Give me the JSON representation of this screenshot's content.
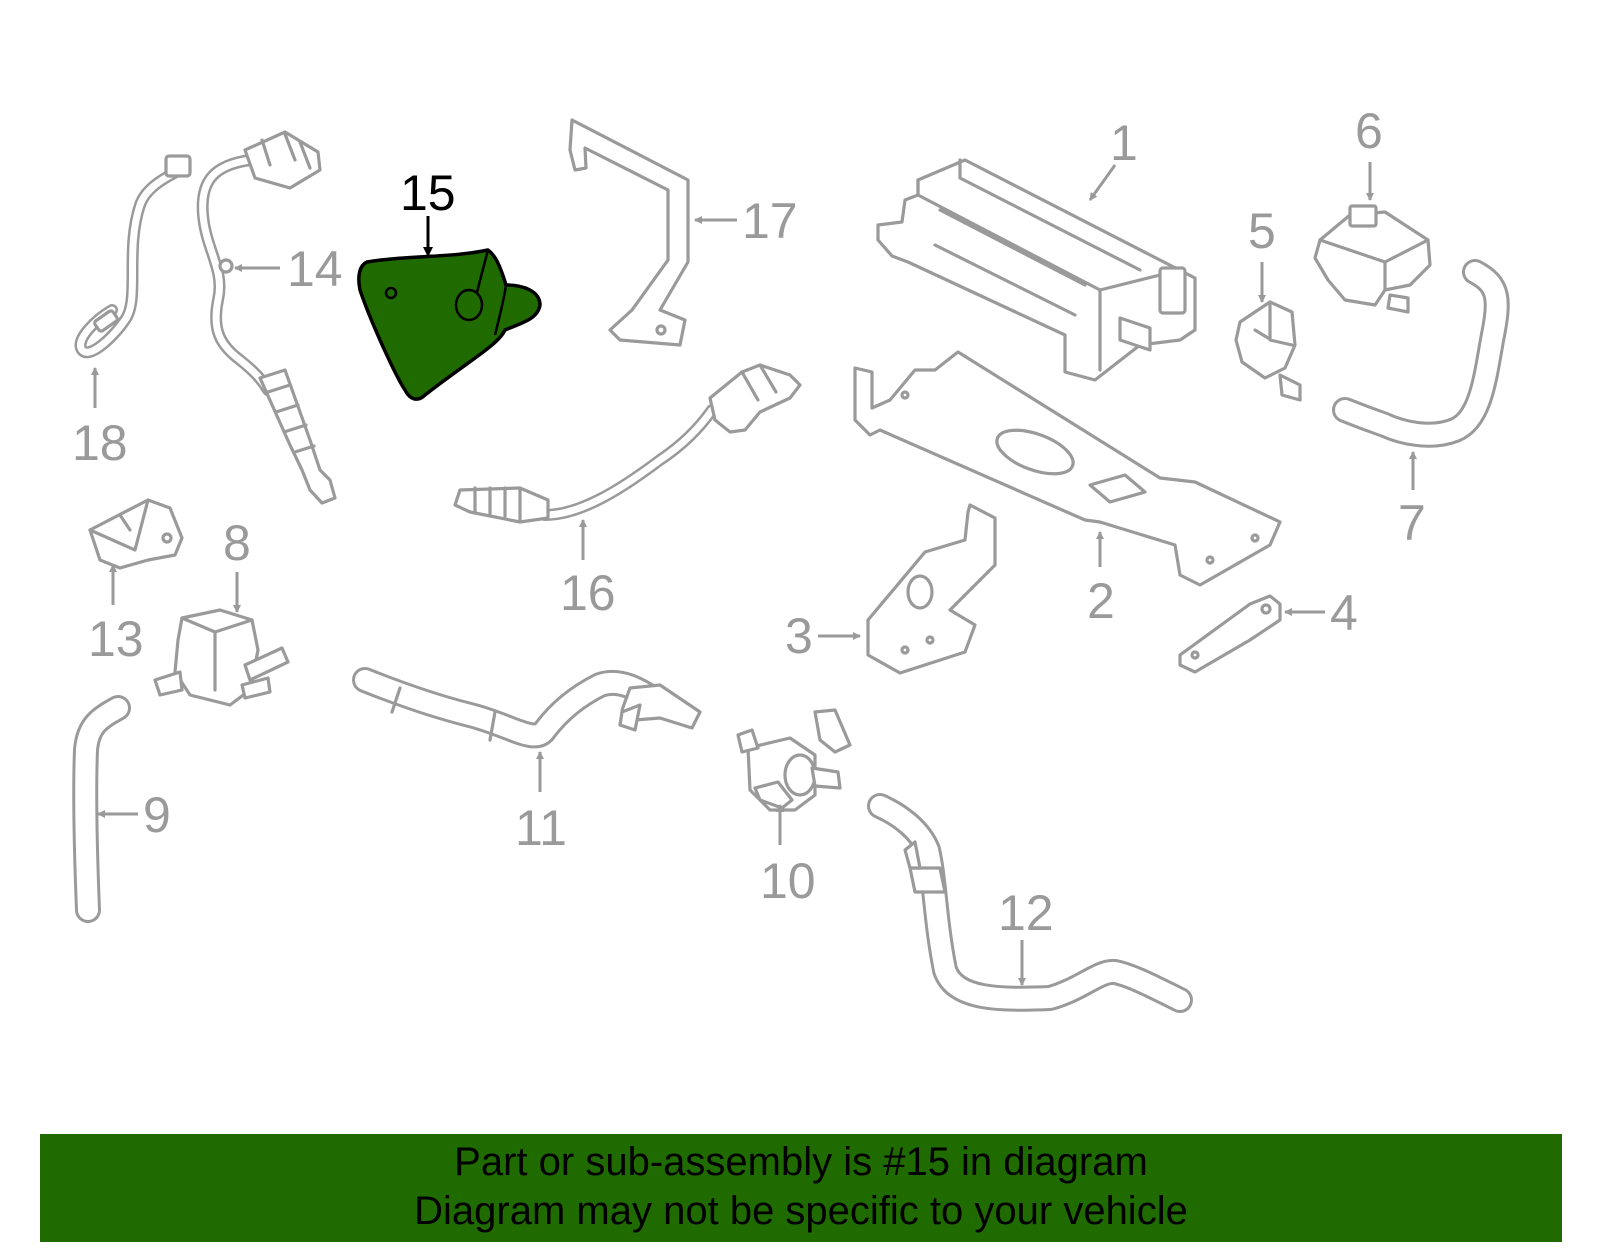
{
  "diagram": {
    "selected_part": "15",
    "highlight_color": "#1f6b00",
    "part_line_color": "#9a9a9a",
    "callouts": [
      "1",
      "2",
      "3",
      "4",
      "5",
      "6",
      "7",
      "8",
      "9",
      "10",
      "11",
      "12",
      "13",
      "14",
      "15",
      "16",
      "17",
      "18"
    ]
  },
  "banner": {
    "background": "#1f6b00",
    "line1": "Part or sub-assembly is #15 in diagram",
    "line2": "Diagram may not be specific to your vehicle"
  }
}
